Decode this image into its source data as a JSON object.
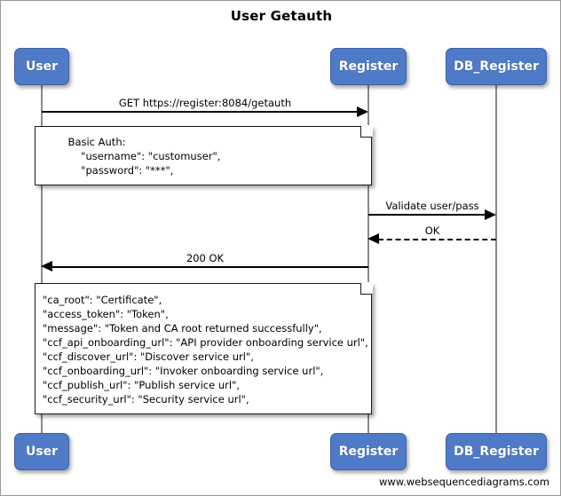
{
  "diagram": {
    "title": "User Getauth",
    "footer": "www.websequencediagrams.com",
    "accent_color": "#4e7ac7",
    "lifeline_color": "#8a8a8a",
    "text_color": "#000000"
  },
  "participants": [
    {
      "id": "user",
      "label": "User"
    },
    {
      "id": "register",
      "label": "Register"
    },
    {
      "id": "db_register",
      "label": "DB_Register"
    }
  ],
  "messages": [
    {
      "id": "m1",
      "label": "GET https://register:8084/getauth",
      "from": "user",
      "to": "register",
      "direction": "right",
      "style": "solid"
    },
    {
      "id": "m2",
      "label": "Validate user/pass",
      "from": "register",
      "to": "db_register",
      "direction": "right",
      "style": "solid"
    },
    {
      "id": "m3",
      "label": "OK",
      "from": "db_register",
      "to": "register",
      "direction": "left",
      "style": "dashed"
    },
    {
      "id": "m4",
      "label": "200 OK",
      "from": "register",
      "to": "user",
      "direction": "left",
      "style": "solid"
    }
  ],
  "notes": [
    {
      "id": "note1",
      "lines": [
        "Basic Auth:",
        "    \"username\": \"customuser\",",
        "    \"password\": \"***\","
      ],
      "text": "          Basic Auth:\n              \"username\": \"customuser\",\n              \"password\": \"***\","
    },
    {
      "id": "note2",
      "lines": [
        "\"ca_root\": \"Certificate\",",
        "\"access_token\": \"Token\",",
        "\"message\": \"Token and CA root returned successfully\",",
        "\"ccf_api_onboarding_url\": \"API provider onboarding service url\",",
        "\"ccf_discover_url\": \"Discover service url\",",
        "\"ccf_onboarding_url\": \"Invoker onboarding service url\",",
        "\"ccf_publish_url\": \"Publish service url\",",
        "\"ccf_security_url\": \"Security service url\","
      ],
      "text": "\"ca_root\": \"Certificate\",\n\"access_token\": \"Token\",\n\"message\": \"Token and CA root returned successfully\",\n\"ccf_api_onboarding_url\": \"API provider onboarding service url\",\n\"ccf_discover_url\": \"Discover service url\",\n\"ccf_onboarding_url\": \"Invoker onboarding service url\",\n\"ccf_publish_url\": \"Publish service url\",\n\"ccf_security_url\": \"Security service url\","
    }
  ]
}
